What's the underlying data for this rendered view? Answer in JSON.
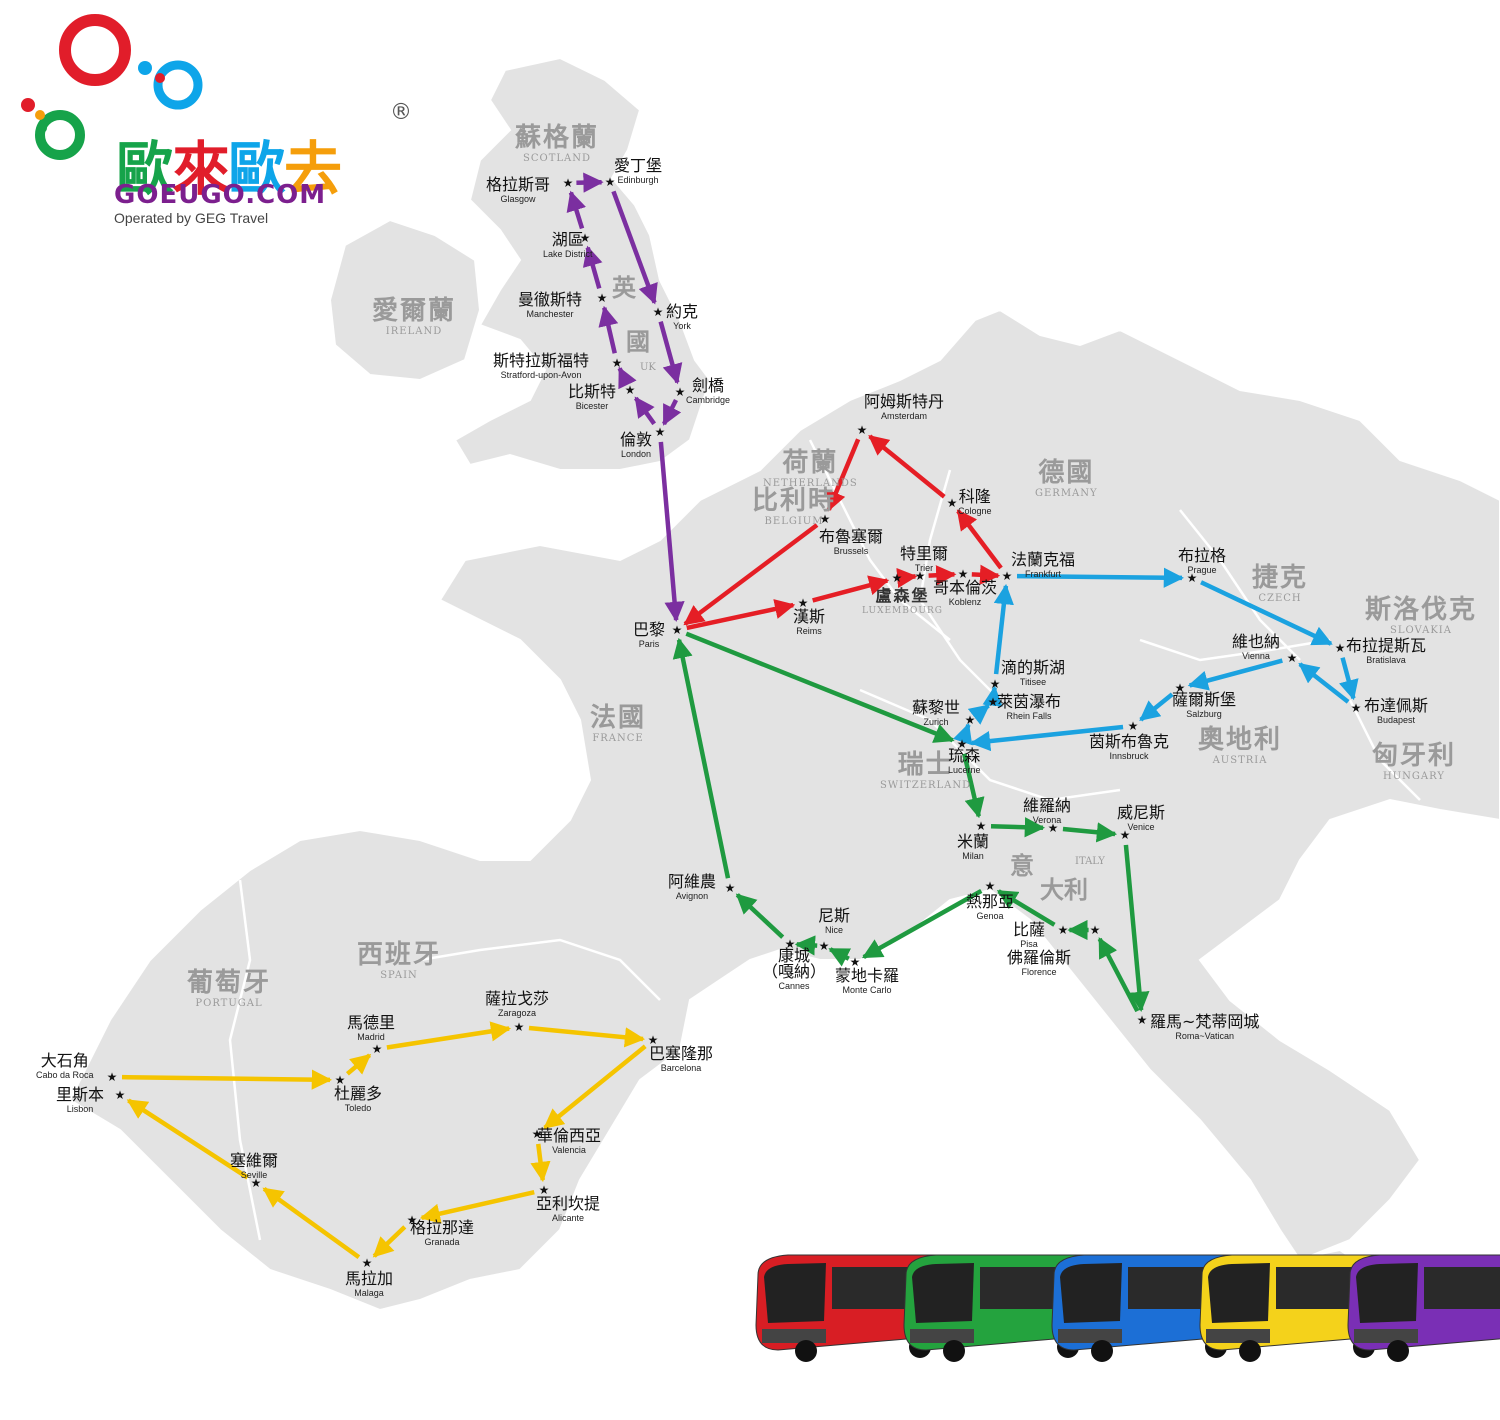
{
  "logo": {
    "title_chars": [
      "歐",
      "來",
      "歐",
      "去"
    ],
    "title_colors": [
      "#16a34a",
      "#e11d2a",
      "#0ea5e9",
      "#f59e0b"
    ],
    "registered": "®",
    "domain": "GOEUGO.COM",
    "operator": "Operated by GEG Travel"
  },
  "route_colors": {
    "purple": "#7b2fa0",
    "red": "#e51e25",
    "blue": "#1ba2e0",
    "green": "#1f9a40",
    "yellow": "#f5c400"
  },
  "countries": [
    {
      "id": "scotland",
      "zh": "蘇格蘭",
      "en": "SCOTLAND"
    },
    {
      "id": "ireland",
      "zh": "愛爾蘭",
      "en": "IRELAND"
    },
    {
      "id": "netherlands",
      "zh": "荷蘭",
      "en": "NETHERLANDS"
    },
    {
      "id": "belgium",
      "zh": "比利時",
      "en": "BELGIUM"
    },
    {
      "id": "germany",
      "zh": "德國",
      "en": "GERMANY"
    },
    {
      "id": "czech",
      "zh": "捷克",
      "en": "CZECH"
    },
    {
      "id": "slovakia",
      "zh": "斯洛伐克",
      "en": "SLOVAKIA"
    },
    {
      "id": "hungary",
      "zh": "匈牙利",
      "en": "HUNGARY"
    },
    {
      "id": "austria",
      "zh": "奧地利",
      "en": "AUSTRIA"
    },
    {
      "id": "switzerland",
      "zh": "瑞士",
      "en": "SWITZERLAND"
    },
    {
      "id": "france",
      "zh": "法國",
      "en": "FRANCE"
    },
    {
      "id": "spain",
      "zh": "西班牙",
      "en": "SPAIN"
    },
    {
      "id": "portugal",
      "zh": "葡萄牙",
      "en": "PORTUGAL"
    },
    {
      "id": "luxembourg",
      "zh": "盧森堡",
      "en": "LUXEMBOURG"
    }
  ],
  "uk_vertical": {
    "zh": [
      "英",
      "國"
    ],
    "en": "UK"
  },
  "italy_label": {
    "zh": [
      "意",
      "大利"
    ],
    "en": "ITALY"
  },
  "cities": [
    {
      "id": "edinburgh",
      "zh": "愛丁堡",
      "en": "Edinburgh"
    },
    {
      "id": "glasgow",
      "zh": "格拉斯哥",
      "en": "Glasgow"
    },
    {
      "id": "lake",
      "zh": "湖區",
      "en": "Lake District"
    },
    {
      "id": "manchester",
      "zh": "曼徹斯特",
      "en": "Manchester"
    },
    {
      "id": "york",
      "zh": "約克",
      "en": "York"
    },
    {
      "id": "stratford",
      "zh": "斯特拉斯福特",
      "en": "Stratford-upon-Avon"
    },
    {
      "id": "bicester",
      "zh": "比斯特",
      "en": "Bicester"
    },
    {
      "id": "cambridge",
      "zh": "劍橋",
      "en": "Cambridge"
    },
    {
      "id": "london",
      "zh": "倫敦",
      "en": "London"
    },
    {
      "id": "amsterdam",
      "zh": "阿姆斯特丹",
      "en": "Amsterdam"
    },
    {
      "id": "cologne",
      "zh": "科隆",
      "en": "Cologne"
    },
    {
      "id": "brussels",
      "zh": "布魯塞爾",
      "en": "Brussels"
    },
    {
      "id": "frankfurt",
      "zh": "法蘭克福",
      "en": "Frankfurt"
    },
    {
      "id": "trier",
      "zh": "特里爾",
      "en": "Trier"
    },
    {
      "id": "koblenz",
      "zh": "哥本倫茨",
      "en": "Koblenz"
    },
    {
      "id": "reims",
      "zh": "漢斯",
      "en": "Reims"
    },
    {
      "id": "paris",
      "zh": "巴黎",
      "en": "Paris"
    },
    {
      "id": "prague",
      "zh": "布拉格",
      "en": "Prague"
    },
    {
      "id": "bratislava",
      "zh": "布拉提斯瓦",
      "en": "Bratislava"
    },
    {
      "id": "vienna",
      "zh": "維也納",
      "en": "Vienna"
    },
    {
      "id": "budapest",
      "zh": "布達佩斯",
      "en": "Budapest"
    },
    {
      "id": "salzburg",
      "zh": "薩爾斯堡",
      "en": "Salzburg"
    },
    {
      "id": "innsbruck",
      "zh": "茵斯布魯克",
      "en": "Innsbruck"
    },
    {
      "id": "titisee",
      "zh": "滴的斯湖",
      "en": "Titisee"
    },
    {
      "id": "rheinfalls",
      "zh": "萊茵瀑布",
      "en": "Rhein Falls"
    },
    {
      "id": "zurich",
      "zh": "蘇黎世",
      "en": "Zurich"
    },
    {
      "id": "lucerne",
      "zh": "琉森",
      "en": "Lucerne"
    },
    {
      "id": "milan",
      "zh": "米蘭",
      "en": "Milan"
    },
    {
      "id": "verona",
      "zh": "維羅納",
      "en": "Verona"
    },
    {
      "id": "venice",
      "zh": "威尼斯",
      "en": "Venice"
    },
    {
      "id": "genoa",
      "zh": "熱那亞",
      "en": "Genoa"
    },
    {
      "id": "pisa",
      "zh": "比薩",
      "en": "Pisa"
    },
    {
      "id": "florence",
      "zh": "佛羅倫斯",
      "en": "Florence"
    },
    {
      "id": "rome",
      "zh": "羅馬~梵蒂岡城",
      "en": "Roma~Vatican"
    },
    {
      "id": "nice",
      "zh": "尼斯",
      "en": "Nice"
    },
    {
      "id": "cannes",
      "zh": "康城\n（嘎納）",
      "en": "Cannes"
    },
    {
      "id": "montecarlo",
      "zh": "蒙地卡羅",
      "en": "Monte Carlo"
    },
    {
      "id": "avignon",
      "zh": "阿維農",
      "en": "Avignon"
    },
    {
      "id": "zaragoza",
      "zh": "薩拉戈莎",
      "en": "Zaragoza"
    },
    {
      "id": "madrid",
      "zh": "馬德里",
      "en": "Madrid"
    },
    {
      "id": "barcelona",
      "zh": "巴塞隆那",
      "en": "Barcelona"
    },
    {
      "id": "cabodaroca",
      "zh": "大石角",
      "en": "Cabo da Roca"
    },
    {
      "id": "lisbon",
      "zh": "里斯本",
      "en": "Lisbon"
    },
    {
      "id": "toledo",
      "zh": "杜麗多",
      "en": "Toledo"
    },
    {
      "id": "valencia",
      "zh": "華倫西亞",
      "en": "Valencia"
    },
    {
      "id": "seville",
      "zh": "塞維爾",
      "en": "Seville"
    },
    {
      "id": "alicante",
      "zh": "亞利坎提",
      "en": "Alicante"
    },
    {
      "id": "granada",
      "zh": "格拉那達",
      "en": "Granada"
    },
    {
      "id": "malaga",
      "zh": "馬拉加",
      "en": "Malaga"
    }
  ],
  "routes": [
    {
      "color": "purple",
      "stops": [
        "london",
        "bicester",
        "stratford",
        "manchester",
        "lake",
        "glasgow",
        "edinburgh",
        "york",
        "cambridge",
        "london",
        "paris"
      ]
    },
    {
      "color": "red",
      "stops": [
        "paris",
        "reims",
        "luxembourg",
        "trier",
        "koblenz",
        "frankfurt",
        "cologne",
        "amsterdam",
        "brussels",
        "paris"
      ]
    },
    {
      "color": "blue",
      "stops": [
        "frankfurt",
        "prague",
        "bratislava",
        "budapest",
        "vienna",
        "salzburg",
        "innsbruck",
        "lucerne",
        "zurich",
        "rheinfalls",
        "titisee",
        "frankfurt"
      ]
    },
    {
      "color": "green",
      "stops": [
        "paris",
        "lucerne",
        "milan",
        "verona",
        "venice",
        "rome",
        "florence",
        "pisa",
        "genoa",
        "montecarlo",
        "nice",
        "cannes",
        "avignon",
        "paris"
      ]
    },
    {
      "color": "yellow",
      "stops": [
        "cabodaroca",
        "toledo",
        "madrid",
        "zaragoza",
        "barcelona",
        "valencia",
        "alicante",
        "granada",
        "malaga",
        "seville",
        "lisbon"
      ]
    }
  ],
  "buses": [
    {
      "color": "#d81e24",
      "name": "red-bus"
    },
    {
      "color": "#24a33e",
      "name": "green-bus"
    },
    {
      "color": "#1c6fd6",
      "name": "blue-bus"
    },
    {
      "color": "#f4d21b",
      "name": "yellow-bus"
    },
    {
      "color": "#7a2fb5",
      "name": "purple-bus"
    }
  ]
}
